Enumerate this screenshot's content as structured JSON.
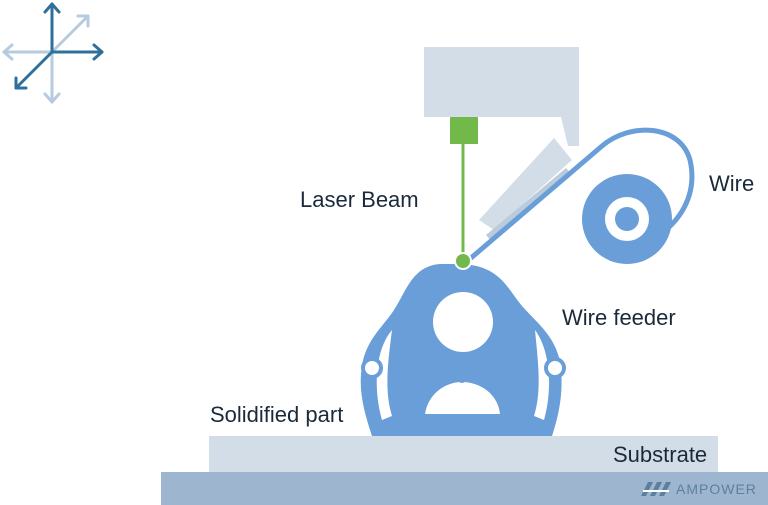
{
  "labels": {
    "laser_beam": "Laser Beam",
    "wire": "Wire",
    "wire_feeder": "Wire feeder",
    "solidified_part": "Solidified part",
    "substrate": "Substrate"
  },
  "logo": {
    "text": "AMPOWER"
  },
  "icons": [
    "axes-icon",
    "laser-head",
    "wire-spool-icon",
    "wire-feeder-nozzle"
  ],
  "colors": {
    "part_blue": "#6a9ed8",
    "head_grey": "#d3dde8",
    "laser_green": "#72b84b",
    "substrate_light": "#d3dde8",
    "base_dark": "#9db5cf",
    "axis_dark": "#2f6f9c",
    "axis_light": "#b7cbe0"
  }
}
